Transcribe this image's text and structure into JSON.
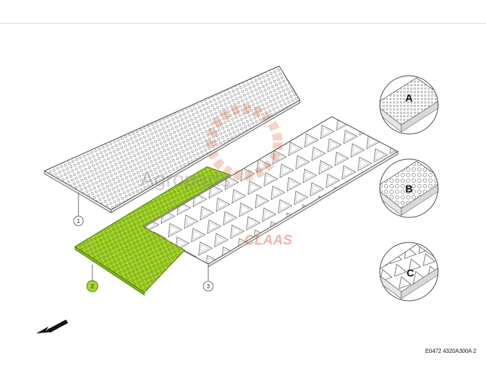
{
  "diagram": {
    "callouts": [
      "1",
      "2",
      "3"
    ],
    "highlighted_part": "2",
    "highlight_color": "#a6d62a",
    "details": [
      "A",
      "B",
      "C"
    ]
  },
  "watermark": {
    "site_text": "Agroparts",
    "brand_text": "CLAAS",
    "brand_color": "#e0402a"
  },
  "doc_code": "E0472 4320A300A 2"
}
